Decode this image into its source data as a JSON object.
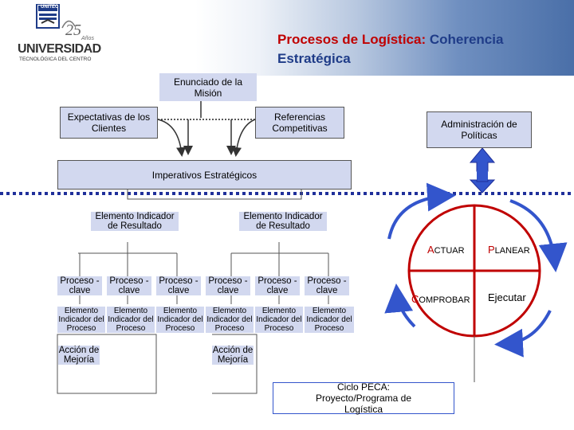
{
  "colors": {
    "box_fill": "#d2d8ef",
    "title_red": "#c00000",
    "title_blue": "#1f3c88",
    "dash_blue": "#1f2f9a",
    "cycle_red": "#c00000"
  },
  "logo": {
    "tag": "UNITEC",
    "name": "UNIVERSIDAD",
    "subtitle": "TECNOLÓGICA DEL CENTRO",
    "years": "25",
    "years_word": "Años"
  },
  "title": {
    "part1": "Procesos de Logística: ",
    "part2": "Coherencia",
    "line2": "Estratégica"
  },
  "mission": "Enunciado de la Misión",
  "expectations": "Expectativas de los Clientes",
  "references": "Referencias Competitivas",
  "admin": "Administración de Políticas",
  "imperatives": "Imperativos Estratégicos",
  "result_elements": [
    {
      "label": "Elemento Indicador de Resultado"
    },
    {
      "label": "Elemento Indicador de Resultado"
    }
  ],
  "processes": [
    {
      "name": "Proceso - clave",
      "indicator": "Elemento Indicador del Proceso"
    },
    {
      "name": "Proceso - clave",
      "indicator": "Elemento Indicador del Proceso"
    },
    {
      "name": "Proceso - clave",
      "indicator": "Elemento Indicador del Proceso"
    },
    {
      "name": "Proceso - clave",
      "indicator": "Elemento Indicador del Proceso"
    },
    {
      "name": "Proceso - clave",
      "indicator": "Elemento Indicador del Proceso"
    },
    {
      "name": "Proceso - clave",
      "indicator": "Elemento Indicador del Proceso"
    }
  ],
  "improvement": [
    {
      "label": "Acción de Mejoría"
    },
    {
      "label": "Acción de Mejoría"
    }
  ],
  "peca": {
    "actuar": {
      "cap": "A",
      "rest": "CTUAR"
    },
    "planear": {
      "cap": "P",
      "rest": "LANEAR"
    },
    "comprobar": {
      "cap": "C",
      "rest": "OMPROBAR"
    },
    "ejecutar": "Ejecutar"
  },
  "cycle_caption": "Ciclo PECA: Proyecto/Programa de Logística"
}
